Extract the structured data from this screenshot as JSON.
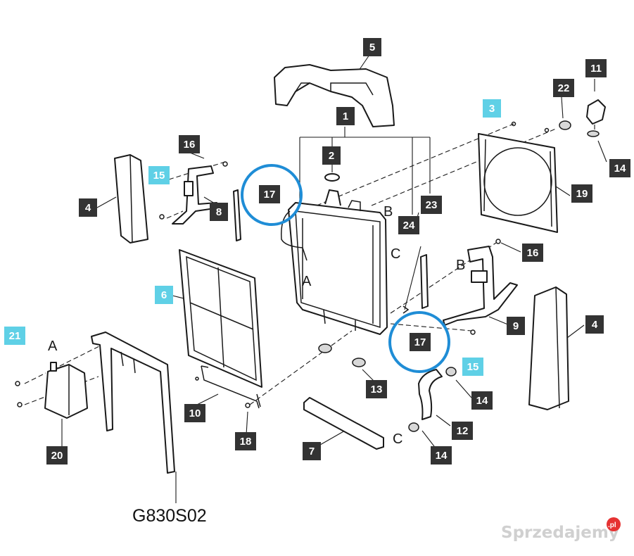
{
  "diagram": {
    "code": "G830S02",
    "callouts": [
      {
        "label": "5",
        "style": "dark"
      },
      {
        "label": "1",
        "style": "dark"
      },
      {
        "label": "2",
        "style": "dark"
      },
      {
        "label": "11",
        "style": "dark"
      },
      {
        "label": "22",
        "style": "dark"
      },
      {
        "label": "3",
        "style": "cyan"
      },
      {
        "label": "14",
        "style": "dark"
      },
      {
        "label": "16",
        "style": "dark"
      },
      {
        "label": "15",
        "style": "cyan"
      },
      {
        "label": "4",
        "style": "dark"
      },
      {
        "label": "8",
        "style": "dark"
      },
      {
        "label": "17",
        "style": "dark"
      },
      {
        "label": "23",
        "style": "dark"
      },
      {
        "label": "24",
        "style": "dark"
      },
      {
        "label": "19",
        "style": "dark"
      },
      {
        "label": "16",
        "style": "dark"
      },
      {
        "label": "6",
        "style": "cyan"
      },
      {
        "label": "9",
        "style": "dark"
      },
      {
        "label": "4",
        "style": "dark"
      },
      {
        "label": "17",
        "style": "dark"
      },
      {
        "label": "15",
        "style": "cyan"
      },
      {
        "label": "21",
        "style": "cyan"
      },
      {
        "label": "13",
        "style": "dark"
      },
      {
        "label": "14",
        "style": "dark"
      },
      {
        "label": "10",
        "style": "dark"
      },
      {
        "label": "12",
        "style": "dark"
      },
      {
        "label": "18",
        "style": "dark"
      },
      {
        "label": "7",
        "style": "dark"
      },
      {
        "label": "14",
        "style": "dark"
      },
      {
        "label": "20",
        "style": "dark"
      }
    ],
    "connection_letters": [
      "A",
      "B",
      "C",
      "B",
      "A",
      "C"
    ],
    "colors": {
      "dark_box": "#333333",
      "cyan_box": "#5fd0e6",
      "highlight": "#1f8dd6"
    }
  },
  "watermark": {
    "text": "Sprzedajemy",
    "badge": ".pl",
    "badge_color": "#e63232"
  }
}
